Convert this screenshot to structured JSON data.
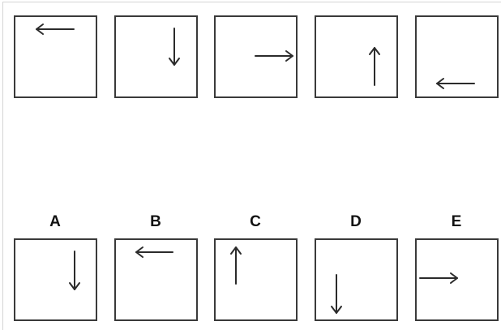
{
  "puzzle": {
    "question_row": {
      "panels": [
        {
          "index": 1,
          "arrow": "left-arrow",
          "direction": "left",
          "position": "top-center"
        },
        {
          "index": 2,
          "arrow": "down-arrow",
          "direction": "down",
          "position": "upper-right"
        },
        {
          "index": 3,
          "arrow": "right-arrow",
          "direction": "right",
          "position": "middle-right"
        },
        {
          "index": 4,
          "arrow": "up-arrow",
          "direction": "up",
          "position": "lower-right"
        },
        {
          "index": 5,
          "arrow": "left-arrow",
          "direction": "left",
          "position": "bottom-center"
        }
      ]
    },
    "answer_row": {
      "options": [
        {
          "label": "A",
          "arrow": "down-arrow",
          "direction": "down",
          "position": "upper-right"
        },
        {
          "label": "B",
          "arrow": "left-arrow",
          "direction": "left",
          "position": "top-center"
        },
        {
          "label": "C",
          "arrow": "up-arrow",
          "direction": "up",
          "position": "upper-left"
        },
        {
          "label": "D",
          "arrow": "down-arrow",
          "direction": "down",
          "position": "lower-left"
        },
        {
          "label": "E",
          "arrow": "right-arrow",
          "direction": "right",
          "position": "middle-left"
        }
      ]
    },
    "colors": {
      "stroke": "#3a3a3a",
      "arrow": "#2b2b2b",
      "background": "#ffffff",
      "frame": "#d4d4d4"
    }
  }
}
